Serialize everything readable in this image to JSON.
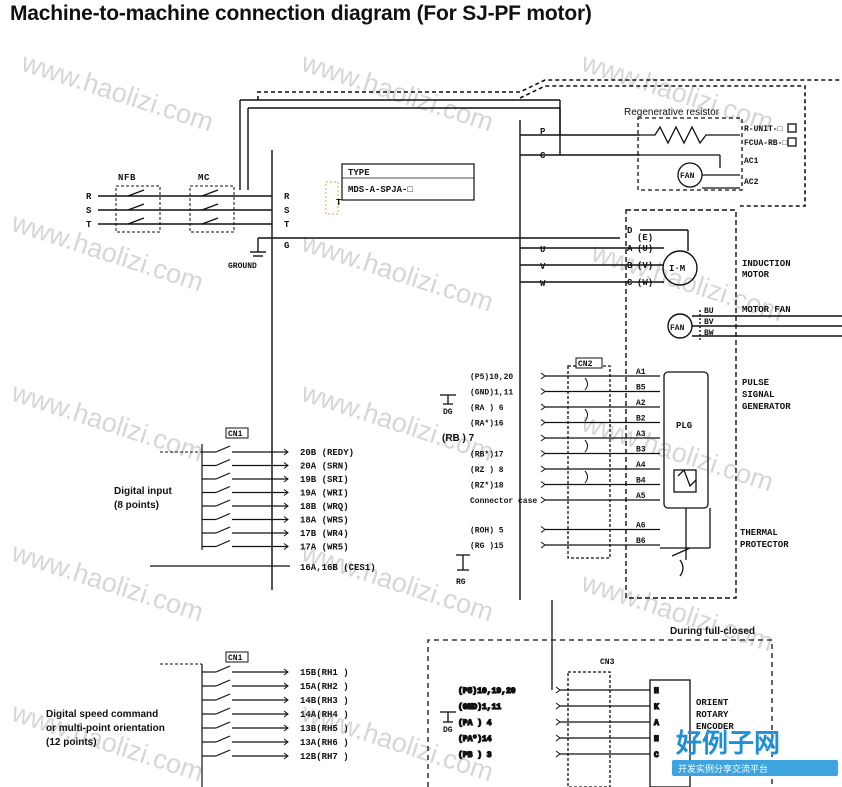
{
  "title": "Machine-to-machine connection diagram (For SJ-PF motor)",
  "watermark": "www.haolizi.com",
  "brand": {
    "name": "好例子网",
    "tagline": "开发实例分享交流平台",
    "color": "#1e8fd8"
  },
  "breakers": {
    "nfb": "NFB",
    "mc": "MC",
    "phase_r": "R",
    "phase_s": "S",
    "phase_t": "T"
  },
  "type_box": {
    "label": "TYPE",
    "model": "MDS-A-SPJA-□"
  },
  "ground": "GROUND",
  "drive_terminals": {
    "R": "R",
    "S": "S",
    "T": "T",
    "G": "G",
    "P": "P",
    "C": "C",
    "U": "U",
    "V": "V",
    "W": "W"
  },
  "regen": {
    "title": "Regenerative resistor",
    "r1": "R-UNIT-□",
    "r2": "FCUA-RB-□",
    "ac1": "AC1",
    "ac2": "AC2",
    "fan": "FAN"
  },
  "motor": {
    "title1": "INDUCTION",
    "title2": "MOTOR",
    "symbol": "I·M",
    "pins": [
      "D",
      "A",
      "B",
      "C"
    ],
    "pin_labels": [
      "(E)",
      "(U)",
      "(V)",
      "(W)"
    ]
  },
  "motor_fan": {
    "title": "MOTOR FAN",
    "symbol": "FAN",
    "pins": [
      "BU",
      "BV",
      "BW"
    ]
  },
  "cn2_upper": {
    "label": "CN2",
    "signals": [
      "(P5)10,20",
      "(GND)1,11",
      "(RA ) 6",
      "(RA*)16",
      "(RB ) 7",
      "(RB*)17",
      "(RZ ) 8",
      "(RZ*)18",
      "Connector case",
      "(ROH) 5",
      "(RG )15"
    ],
    "pins": [
      "A1",
      "B5",
      "A2",
      "B2",
      "A3",
      "B3",
      "A4",
      "B4",
      "A5",
      "A6",
      "B6"
    ],
    "dg": "DG",
    "rg": "RG"
  },
  "pulse_gen": {
    "title": [
      "PULSE",
      "SIGNAL",
      "GENERATOR"
    ],
    "plg": "PLG"
  },
  "thermal": {
    "title": [
      "THERMAL",
      "PROTECTOR"
    ]
  },
  "cn1_upper": {
    "label": "CN1",
    "caption": [
      "Digital input",
      "(8 points)"
    ],
    "terminals": [
      "20B (REDY)",
      "20A (SRN)",
      "19B (SRI)",
      "19A (WRI)",
      "18B (WRQ)",
      "18A (WRS)",
      "17B (WR4)",
      "17A (WR5)"
    ],
    "common": "16A,16B (CES1)"
  },
  "cn1_lower": {
    "label": "CN1",
    "caption": [
      "Digital speed command",
      "or multi-point orientation",
      "(12 points)"
    ],
    "terminals": [
      "15B(RH1 )",
      "15A(RH2 )",
      "14B(RH3 )",
      "14A(RH4 )",
      "13B(RH5 )",
      "13A(RH6 )",
      "12B(RH7 )"
    ]
  },
  "full_closed": {
    "title": "During full-closed",
    "label": "CN3",
    "signals": [
      "(P5)10,19,20",
      "(GND)1,11",
      "(PA ) 4",
      "(PA*)14",
      "(PB ) 3"
    ],
    "pins": [
      "H",
      "K",
      "A",
      "N",
      "C"
    ],
    "encoder": [
      "ORIENT",
      "ROTARY",
      "ENCODER"
    ],
    "dg": "DG"
  }
}
